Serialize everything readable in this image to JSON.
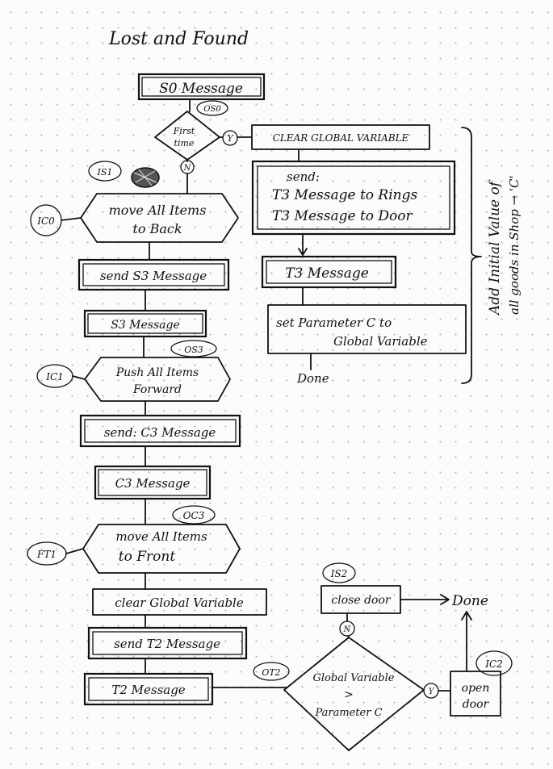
{
  "title": "Lost and Found",
  "nodes": {
    "s0": "S0 Message",
    "first_time_line1": "First",
    "first_time_line2": "time",
    "clear_global_variable": "CLEAR GLOBAL VARIABLE",
    "send_label": "send:",
    "t3_rings": "T3 Message to Rings",
    "t3_door": "T3 Message to Door",
    "t3_message": "T3 Message",
    "set_param_line1": "set Parameter C to",
    "set_param_line2": "Global Variable",
    "done_right": "Done",
    "move_back_line1": "move All Items",
    "move_back_line2": "to Back",
    "send_s3": "send S3 Message",
    "s3_message": "S3 Message",
    "push_forward_line1": "Push All Items",
    "push_forward_line2": "Forward",
    "send_c3": "send: C3 Message",
    "c3_message": "C3 Message",
    "move_front_line1": "move All Items",
    "move_front_line2": "to Front",
    "clear_global": "clear Global Variable",
    "send_t2": "send T2 Message",
    "t2_message": "T2 Message",
    "compare_line1": "Global Variable",
    "compare_line2": ">",
    "compare_line3": "Parameter C",
    "close_door": "close door",
    "done_bottom": "Done",
    "open_door_line1": "open",
    "open_door_line2": "door"
  },
  "tags": {
    "os0": "OS0",
    "y1": "Y",
    "n1": "N",
    "is1": "IS1",
    "ic0": "IC0",
    "os3": "OS3",
    "ic1": "IC1",
    "oc3": "OC3",
    "ft1": "FT1",
    "ot2": "OT2",
    "is2": "IS2",
    "n2": "N",
    "y2": "Y",
    "ic2": "IC2"
  },
  "side_note": {
    "line1": "Add Initial Value of",
    "line2": "all goods in Shop → 'C'"
  }
}
